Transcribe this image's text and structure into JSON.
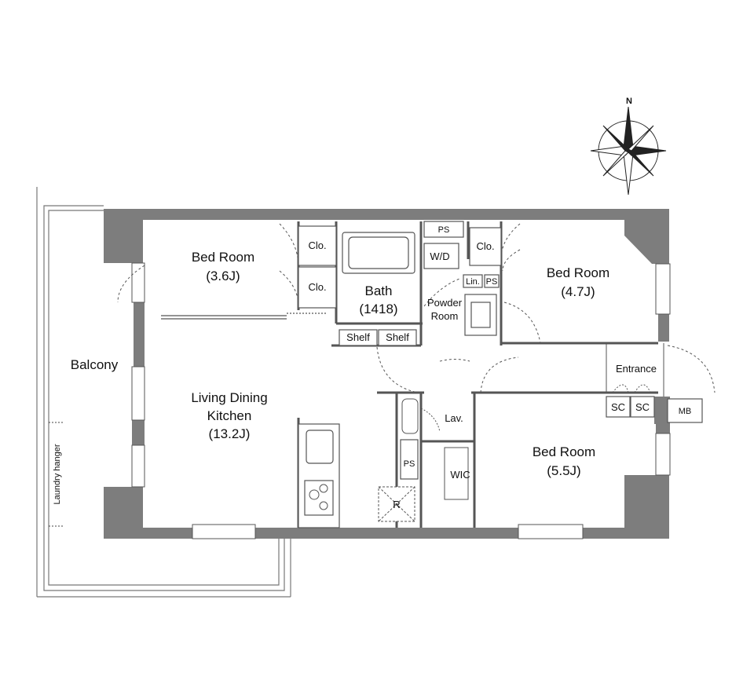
{
  "compass": {
    "north": "N"
  },
  "rooms": {
    "bedroom_a_name": "Bed Room",
    "bedroom_a_size": "(3.6J)",
    "bedroom_b_name": "Bed Room",
    "bedroom_b_size": "(4.7J)",
    "bedroom_c_name": "Bed Room",
    "bedroom_c_size": "(5.5J)",
    "ldk_line1": "Living Dining",
    "ldk_line2": "Kitchen",
    "ldk_size": "(13.2J)",
    "bath_name": "Bath",
    "bath_size": "(1418)",
    "powder_line1": "Powder",
    "powder_line2": "Room",
    "balcony": "Balcony",
    "entrance": "Entrance",
    "lav": "Lav.",
    "wic": "WIC",
    "wd": "W/D",
    "lin": "Lin.",
    "refrigerator": "R"
  },
  "labels": {
    "clo": "Clo.",
    "shelf": "Shelf",
    "ps": "PS",
    "sc": "SC",
    "mb": "MB",
    "laundry_hanger": "Laundry hanger"
  }
}
